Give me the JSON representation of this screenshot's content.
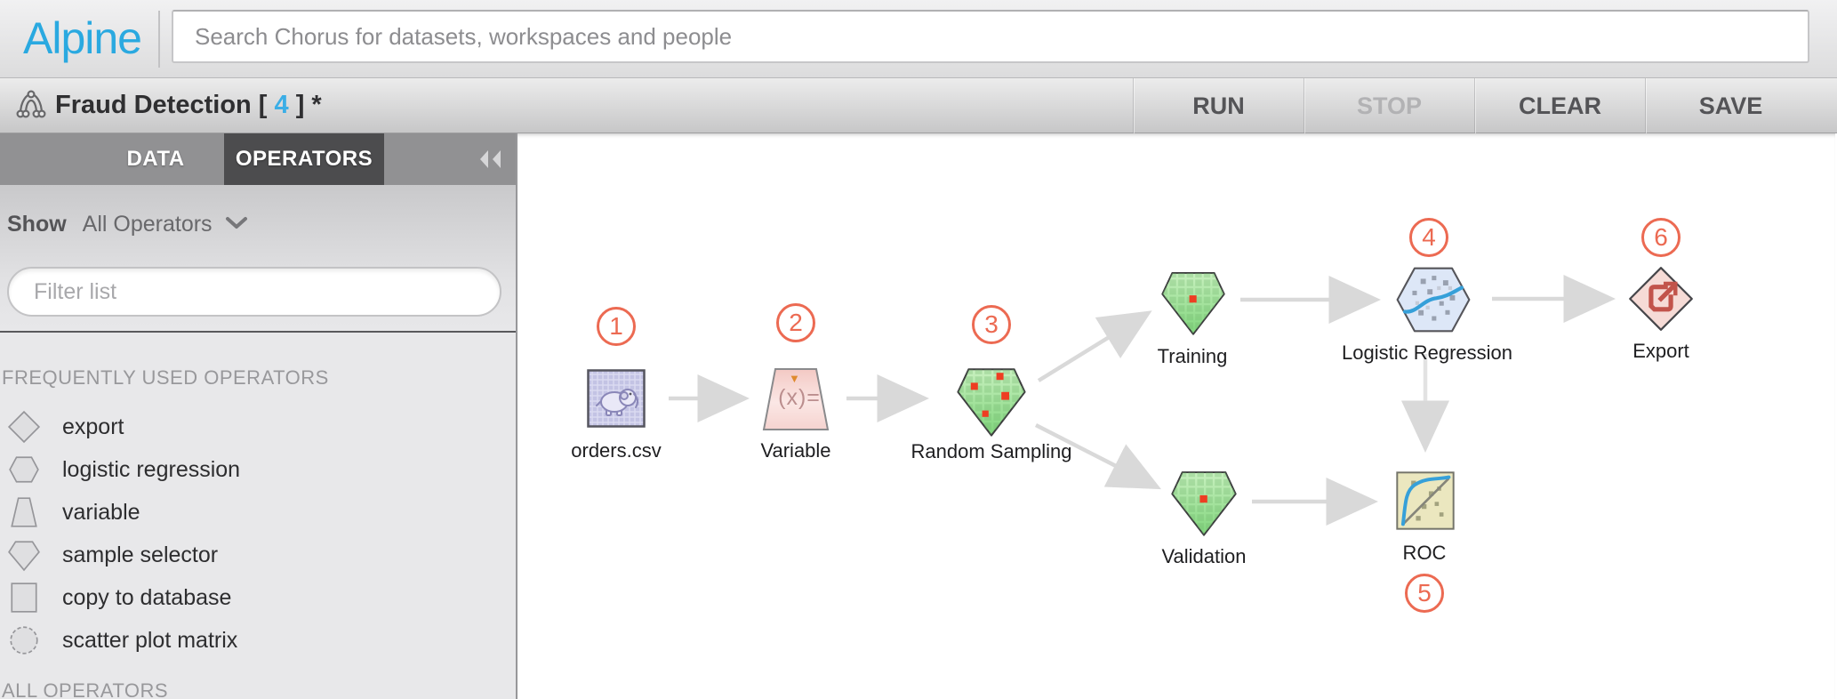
{
  "header": {
    "logo": "Alpine",
    "search_placeholder": "Search Chorus for datasets, workspaces and people"
  },
  "workflow_bar": {
    "title_prefix": "Fraud Detection [ ",
    "open_count": "4",
    "title_suffix": " ] *",
    "actions": {
      "run": "RUN",
      "stop": "STOP",
      "clear": "CLEAR",
      "save": "SAVE"
    }
  },
  "sidebar": {
    "tabs": {
      "data": "DATA",
      "operators": "OPERATORS"
    },
    "show_label": "Show",
    "show_value": "All Operators",
    "filter_placeholder": "Filter list",
    "frequent_header": "FREQUENTLY USED OPERATORS",
    "all_header": "ALL OPERATORS",
    "operators": [
      {
        "label": "export",
        "shape": "diamond"
      },
      {
        "label": "logistic regression",
        "shape": "hexagon"
      },
      {
        "label": "variable",
        "shape": "trapezoid"
      },
      {
        "label": "sample selector",
        "shape": "kite"
      },
      {
        "label": "copy to database",
        "shape": "square"
      },
      {
        "label": "scatter plot matrix",
        "shape": "circle"
      }
    ]
  },
  "canvas": {
    "nodes": [
      {
        "badge": "1",
        "label": "orders.csv",
        "type": "csv-dataset"
      },
      {
        "badge": "2",
        "label": "Variable",
        "type": "variable",
        "glyph": "(x)=",
        "caret": "▼"
      },
      {
        "badge": "3",
        "label": "Random Sampling",
        "type": "sample-selector"
      },
      {
        "badge": "",
        "label": "Training",
        "type": "sample-selector"
      },
      {
        "badge": "4",
        "label": "Logistic Regression",
        "type": "logistic-regression"
      },
      {
        "badge": "",
        "label": "Validation",
        "type": "sample-selector"
      },
      {
        "badge": "5",
        "label": "ROC",
        "type": "roc"
      },
      {
        "badge": "6",
        "label": "Export",
        "type": "export"
      }
    ]
  },
  "colors": {
    "accent_blue": "#2aa9e0",
    "badge_red": "#ec6a52",
    "node_green": "#aee6a2",
    "node_blue": "#dde7f7",
    "node_pink": "#f6d9d4",
    "node_yellow": "#ebe7bf",
    "arrow_gray": "#d9d9d9"
  }
}
